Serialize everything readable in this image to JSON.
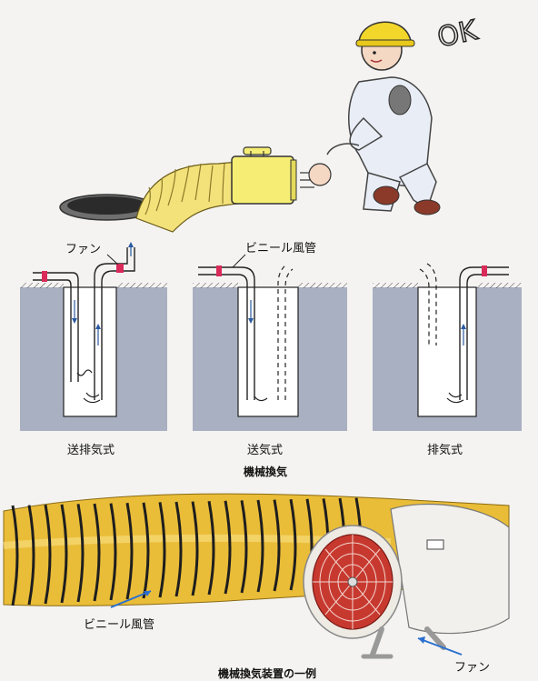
{
  "illustration": {
    "speech_text": "OK"
  },
  "labels": {
    "fan": "ファン",
    "vinyl_duct": "ビニール風管"
  },
  "diagrams": [
    {
      "caption": "送排気式"
    },
    {
      "caption": "送気式"
    },
    {
      "caption": "排気式"
    }
  ],
  "captions": {
    "mechanical_ventilation": "機械換気",
    "device_example": "機械換気装置の一例"
  },
  "photo": {
    "duct_label": "ビニール風管",
    "fan_label": "ファン"
  }
}
